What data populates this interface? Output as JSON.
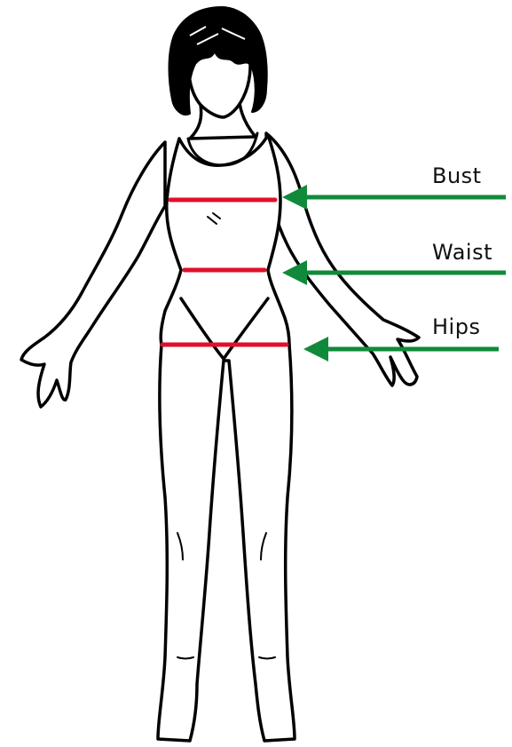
{
  "labels": {
    "bust": "Bust",
    "waist": "Waist",
    "hips": "Hips"
  },
  "colors": {
    "outline": "#000000",
    "fill": "#ffffff",
    "measurement_line": "#e0102b",
    "arrow": "#108a3a",
    "label_text": "#111111"
  },
  "icons": {
    "figure": "woman-figure-outline-icon",
    "arrow": "arrow-left-icon"
  }
}
